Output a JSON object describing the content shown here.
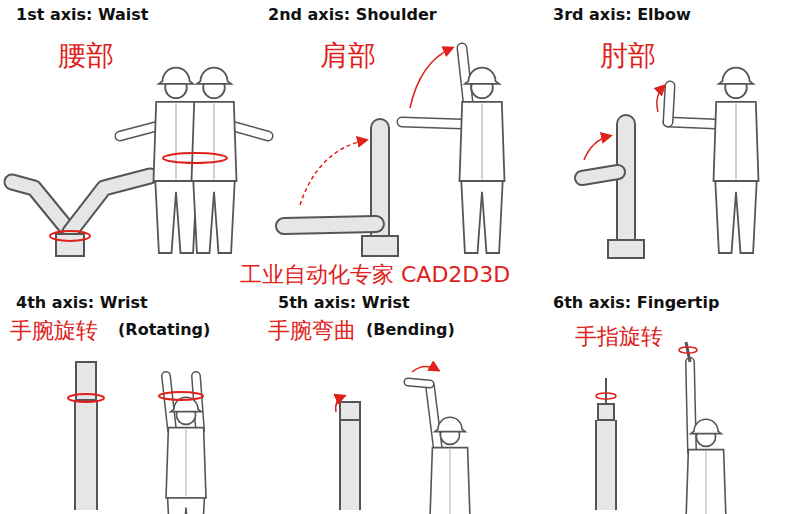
{
  "diagram": {
    "labels": [
      "1st axis: Waist",
      "腰部",
      "2nd axis: Shoulder",
      "肩部",
      "3rd axis: Elbow",
      "肘部",
      "工业自动化专家 CAD2D3D",
      "4th axis: Wrist",
      "手腕旋转",
      "(Rotating)",
      "5th axis: Wrist",
      "手腕弯曲",
      "(Bending)",
      "6th axis: Fingertip",
      "手指旋转"
    ]
  }
}
